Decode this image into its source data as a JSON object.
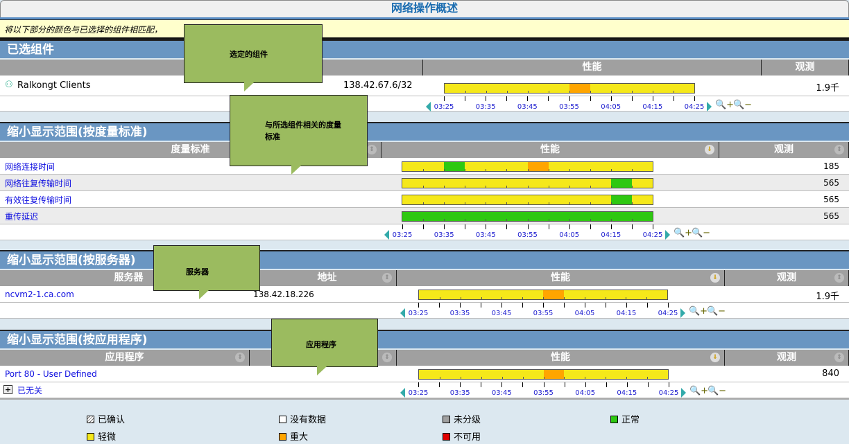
{
  "title": "网络操作概述",
  "note": "将以下部分的颜色与已选择的组件相匹配，",
  "colors": {
    "minor": "#f5e81a",
    "major": "#ffa500",
    "normal": "#2ec811",
    "unavailable": "#e00000",
    "unclassified": "#a0a0a0",
    "nodata": "#ffffff"
  },
  "axis": {
    "start": "03:25",
    "labels": [
      "03:25",
      "03:35",
      "03:45",
      "03:55",
      "04:05",
      "04:15",
      "04:25"
    ],
    "span_minutes": 60
  },
  "selected": {
    "heading": "已选组件",
    "col_perf": "性能",
    "col_obs": "观测",
    "row": {
      "icon": "client-group-icon",
      "name": "Ralkongt Clients",
      "address": "138.42.67.6/32",
      "obs": "1.9千",
      "segments": [
        {
          "from": 30,
          "to": 35,
          "status": "major"
        }
      ]
    }
  },
  "metrics": {
    "heading": "缩小显示范围(按度量标准)",
    "col_metric": "度量标准",
    "col_perf": "性能",
    "col_obs": "观测",
    "rows": [
      {
        "name": "网络连接时间",
        "obs": "185",
        "base": "minor",
        "segments": [
          {
            "from": 10,
            "to": 15,
            "status": "normal"
          },
          {
            "from": 30,
            "to": 35,
            "status": "major"
          }
        ]
      },
      {
        "name": "网络往复传输时间",
        "obs": "565",
        "base": "minor",
        "segments": [
          {
            "from": 50,
            "to": 55,
            "status": "normal"
          }
        ]
      },
      {
        "name": "有效往复传输时间",
        "obs": "565",
        "base": "minor",
        "segments": [
          {
            "from": 50,
            "to": 55,
            "status": "normal"
          }
        ]
      },
      {
        "name": "重传延迟",
        "obs": "565",
        "base": "normal",
        "segments": []
      }
    ]
  },
  "servers": {
    "heading": "缩小显示范围(按服务器)",
    "col_server": "服务器",
    "col_addr": "地址",
    "col_perf": "性能",
    "col_obs": "观测",
    "row": {
      "name": "ncvm2-1.ca.com",
      "address": "138.42.18.226",
      "obs": "1.9千",
      "segments": [
        {
          "from": 30,
          "to": 35,
          "status": "major"
        }
      ]
    }
  },
  "apps": {
    "heading": "缩小显示范围(按应用程序)",
    "col_app": "应用程序",
    "col_perf": "性能",
    "col_obs": "观测",
    "row": {
      "name": "Port 80 - User Defined",
      "obs": "840",
      "segments": [
        {
          "from": 30,
          "to": 35,
          "status": "major"
        }
      ]
    },
    "unrelated": "已无关"
  },
  "callouts": [
    "选定的组件",
    "与所选组件相关的度量标准",
    "服务器",
    "应用程序"
  ],
  "legend": [
    {
      "label": "已确认",
      "key": "ack"
    },
    {
      "label": "没有数据",
      "key": "nodata"
    },
    {
      "label": "未分级",
      "key": "unclassified"
    },
    {
      "label": "正常",
      "key": "normal"
    },
    {
      "label": "轻微",
      "key": "minor"
    },
    {
      "label": "重大",
      "key": "major"
    },
    {
      "label": "不可用",
      "key": "unavailable"
    }
  ]
}
